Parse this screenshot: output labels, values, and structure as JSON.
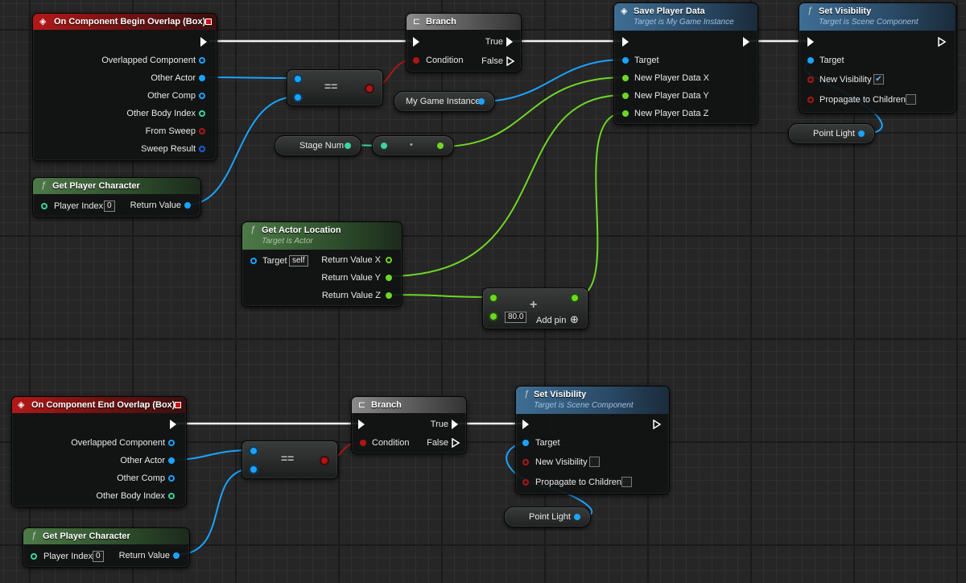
{
  "colors": {
    "exec": "#ffffff",
    "object": "#1aa3ff",
    "bool": "#b01515",
    "vector_float": "#6fd626",
    "struct": "#3ad3a0"
  },
  "top": {
    "begin_overlap": {
      "title": "On Component Begin Overlap (Box)",
      "pins": [
        "Overlapped Component",
        "Other Actor",
        "Other Comp",
        "Other Body Index",
        "From Sweep",
        "Sweep Result"
      ]
    },
    "get_player_character": {
      "title": "Get Player Character",
      "player_index_label": "Player Index",
      "player_index_value": "0",
      "return_value": "Return Value"
    },
    "equals": {
      "op": "=="
    },
    "branch": {
      "title": "Branch",
      "condition": "Condition",
      "true_label": "True",
      "false_label": "False"
    },
    "my_game_instance": {
      "label": "My Game Instance"
    },
    "stage_num": {
      "label": "Stage Num"
    },
    "convert": {
      "op": "•"
    },
    "save_player_data": {
      "title": "Save Player Data",
      "subtitle": "Target is My Game Instance",
      "pins": [
        "Target",
        "New Player Data X",
        "New Player Data Y",
        "New Player Data Z"
      ]
    },
    "set_visibility": {
      "title": "Set Visibility",
      "subtitle": "Target is Scene Component",
      "target": "Target",
      "new_visibility": "New Visibility",
      "new_visibility_checked": true,
      "propagate": "Propagate to Children"
    },
    "point_light": {
      "label": "Point Light"
    },
    "get_actor_location": {
      "title": "Get Actor Location",
      "subtitle": "Target is Actor",
      "target_label": "Target",
      "target_value": "self",
      "outputs": [
        "Return Value X",
        "Return Value Y",
        "Return Value Z"
      ]
    },
    "add": {
      "op": "+",
      "value": "80.0",
      "add_pin": "Add pin"
    }
  },
  "bottom": {
    "end_overlap": {
      "title": "On Component End Overlap (Box)",
      "pins": [
        "Overlapped Component",
        "Other Actor",
        "Other Comp",
        "Other Body Index"
      ]
    },
    "equals": {
      "op": "=="
    },
    "branch": {
      "title": "Branch",
      "condition": "Condition",
      "true_label": "True",
      "false_label": "False"
    },
    "set_visibility": {
      "title": "Set Visibility",
      "subtitle": "Target is Scene Component",
      "target": "Target",
      "new_visibility": "New Visibility",
      "new_visibility_checked": false,
      "propagate": "Propagate to Children"
    },
    "point_light": {
      "label": "Point Light"
    },
    "get_player_character": {
      "title": "Get Player Character",
      "player_index_label": "Player Index",
      "player_index_value": "0",
      "return_value": "Return Value"
    }
  }
}
